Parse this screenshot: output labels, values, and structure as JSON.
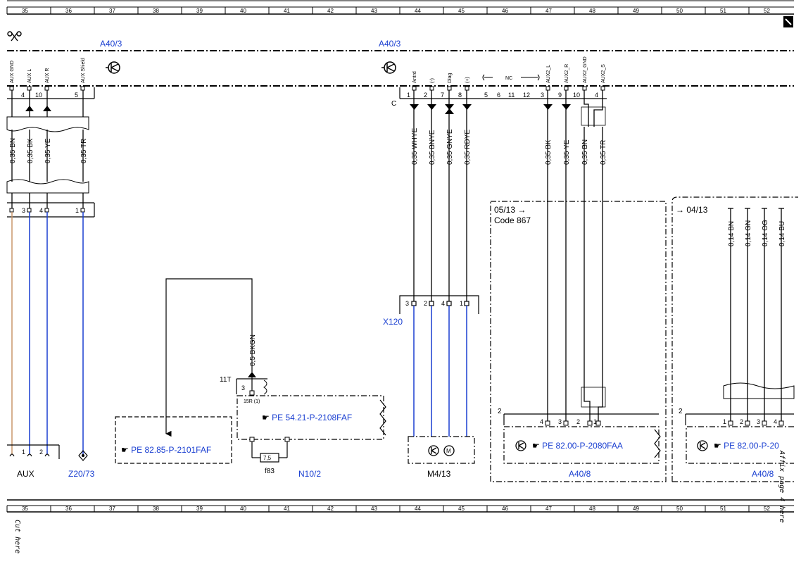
{
  "ruler": {
    "top": [
      "35",
      "36",
      "37",
      "38",
      "39",
      "40",
      "41",
      "42",
      "43",
      "44",
      "45",
      "46",
      "47",
      "48",
      "49",
      "50",
      "51",
      "52"
    ],
    "bottom": [
      "35",
      "36",
      "37",
      "38",
      "39",
      "40",
      "41",
      "42",
      "43",
      "44",
      "45",
      "46",
      "47",
      "48",
      "49",
      "50",
      "51",
      "52"
    ]
  },
  "modules": {
    "left_title": "A40/3",
    "center_title": "A40/3"
  },
  "pins_left": {
    "names": [
      "AUX GND",
      "AUX L",
      "AUX R",
      "AUX Shield"
    ],
    "numbers": [
      "4",
      "10",
      "5"
    ]
  },
  "pins_center": {
    "names": [
      "Antrd",
      "(-)",
      "Diag",
      "(+)",
      "AUX2_L",
      "AUX2_R",
      "AUX2_GND",
      "AUX2_S"
    ],
    "numbers": [
      "1",
      "2",
      "7",
      "8",
      "5",
      "6",
      "11",
      "12",
      "3",
      "9",
      "10",
      "4"
    ],
    "nc": "NC",
    "c_label": "C"
  },
  "wires_left": [
    "0,35 BN",
    "0,35 BK",
    "0,35 YE",
    "0,35 TR"
  ],
  "wires_center": [
    "0,35 WHYE",
    "0,35 BNYE",
    "0,35 GNYE",
    "0,35 RDYE",
    "0,35 BK",
    "0,35 YE",
    "0,35 BN",
    "0,35 TR"
  ],
  "wires_right": [
    "0,14 BN",
    "0,14 GN",
    "0,14 OG",
    "0,14 BU"
  ],
  "conn_left_pins": [
    "3",
    "4",
    "1"
  ],
  "aux_pins": [
    "1",
    "2"
  ],
  "x120": {
    "label": "X120",
    "pins": [
      "3",
      "2",
      "4",
      "1"
    ]
  },
  "n10": {
    "wire": "0,5 BKGN",
    "terminal": "11T",
    "pin": "3",
    "term15r": "15R (1)",
    "ref": "PE 54.21-P-2108FAF",
    "fuse": "7,5",
    "fuse_name": "f83",
    "label": "N10/2"
  },
  "aux_box": {
    "ref": "PE 82.85-P-2101FAF"
  },
  "bottom_labels": {
    "aux": "AUX",
    "z20": "Z20/73",
    "m4": "M4/13"
  },
  "box_0513": {
    "date": "05/13",
    "code": "Code 867",
    "ref": "PE 82.00-P-2080FAA",
    "label": "A40/8",
    "conn": "2",
    "pins": [
      "4",
      "3",
      "2",
      "1"
    ]
  },
  "box_0413": {
    "date": "04/13",
    "ref": "PE 82.00-P-20",
    "label": "A40/8",
    "conn": "2",
    "pins": [
      "1",
      "2",
      "3",
      "4"
    ]
  },
  "side": {
    "cut": "Cut here",
    "affix": "Affix page 4 here"
  },
  "colors": {
    "blue": "#1a3fd1",
    "brown": "#c8956a",
    "black": "#000000"
  },
  "icons": [
    "scissors-icon",
    "ground-symbol-icon",
    "control-unit-icon",
    "motor-icon",
    "hand-pointer-icon",
    "page-marker-icon"
  ]
}
